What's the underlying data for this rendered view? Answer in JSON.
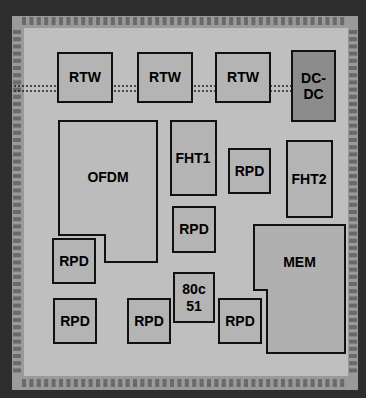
{
  "diagram": {
    "nodes": [
      {
        "text": [
          "RTW"
        ]
      },
      {
        "text": [
          "RTW"
        ]
      },
      {
        "text": [
          "RTW"
        ]
      },
      {
        "text": [
          "DC- DC"
        ]
      },
      {
        "text": [
          "OFDM"
        ]
      },
      {
        "text": [
          "FHT1"
        ]
      },
      {
        "text": [
          "RPD"
        ]
      },
      {
        "text": [
          "FHT2"
        ]
      },
      {
        "text": [
          "RPD"
        ]
      },
      {
        "text": [
          "MEM"
        ]
      },
      {
        "text": [
          "RPD"
        ]
      },
      {
        "text": [
          "80c 51"
        ]
      },
      {
        "text": [
          "RPD"
        ]
      },
      {
        "text": [
          "RPD"
        ]
      },
      {
        "text": [
          "RPD"
        ]
      }
    ]
  }
}
